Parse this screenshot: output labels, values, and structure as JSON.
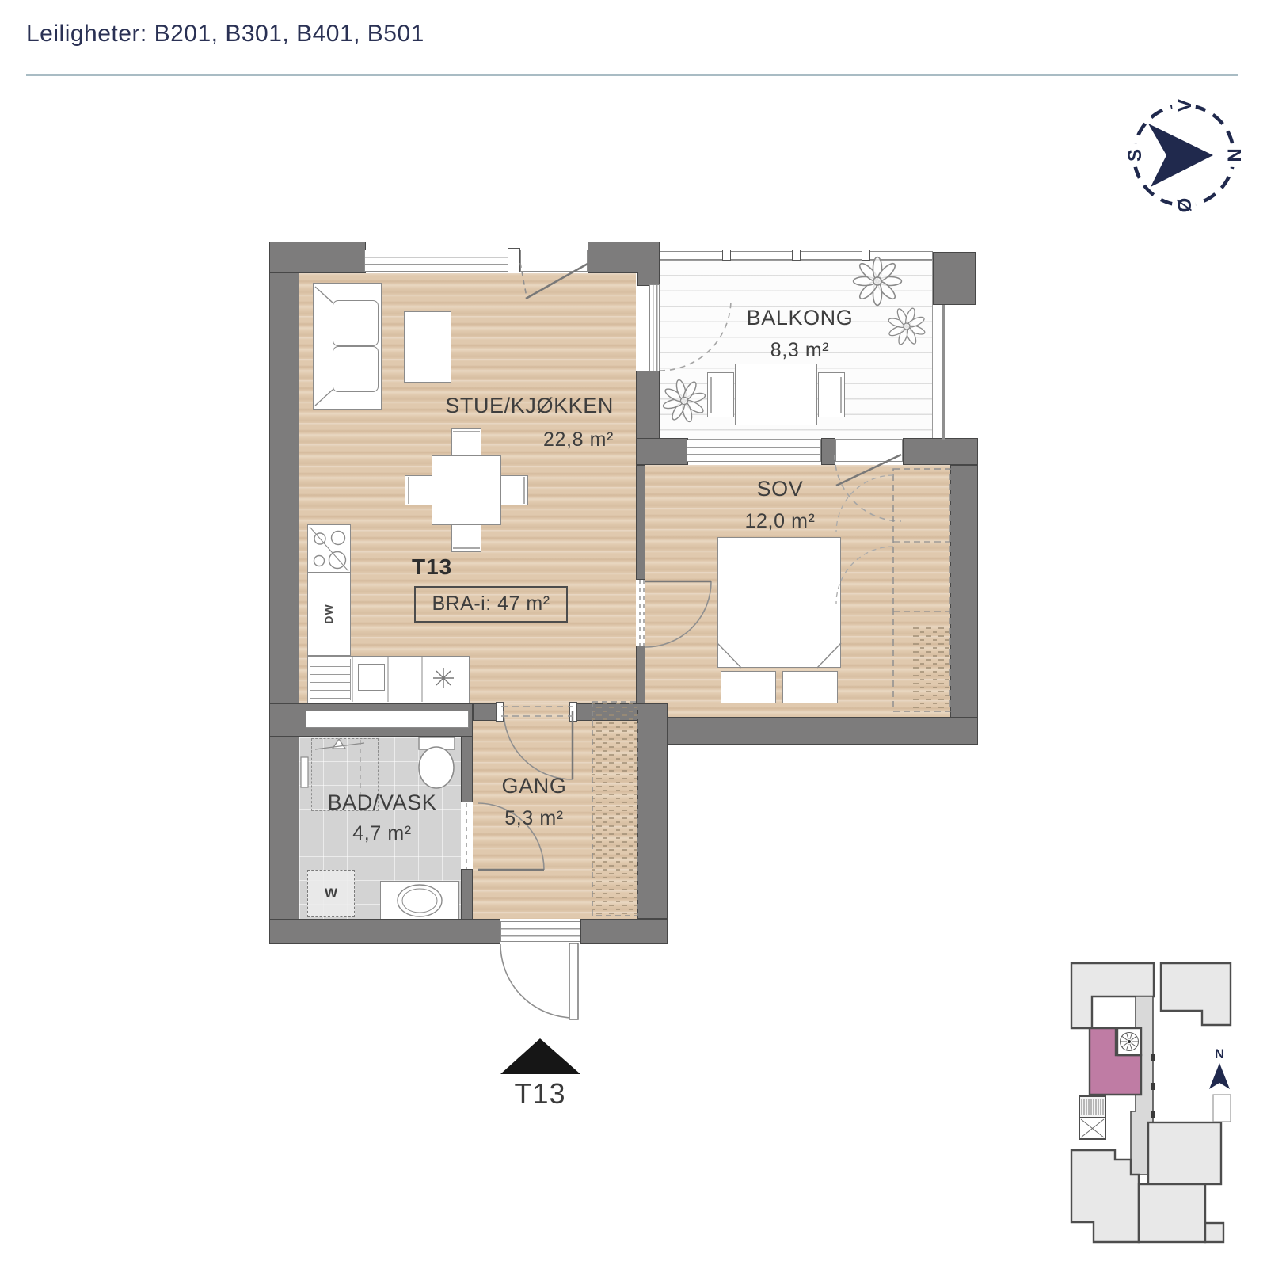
{
  "header": {
    "title": "Leiligheter: B201, B301, B401, B501"
  },
  "compass": {
    "top": "V",
    "right": "N",
    "bottom": "Ø",
    "left": "S"
  },
  "unit": {
    "code": "T13",
    "bra": "BRA-i: 47 m²",
    "entrance_marker": "T13"
  },
  "rooms": {
    "living": {
      "name": "STUE/KJØKKEN",
      "area": "22,8 m²"
    },
    "balcony": {
      "name": "BALKONG",
      "area": "8,3 m²"
    },
    "bedroom": {
      "name": "SOV",
      "area": "12,0 m²"
    },
    "bathroom": {
      "name": "BAD/VASK",
      "area": "4,7 m²"
    },
    "hallway": {
      "name": "GANG",
      "area": "5,3 m²"
    }
  },
  "appliances": {
    "dishwasher": "DW",
    "washing_machine": "W"
  },
  "key_map": {
    "north": "N",
    "highlight_color": "#bf7ca4"
  },
  "colors": {
    "title_navy": "#2a3154",
    "compass_navy": "#20294d",
    "wall_gray": "#7d7c7c"
  }
}
